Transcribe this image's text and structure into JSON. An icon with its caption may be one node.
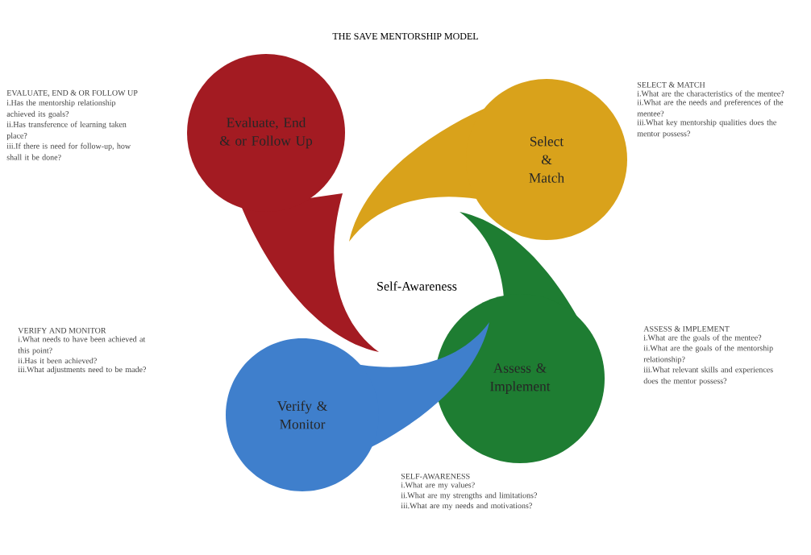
{
  "diagram": {
    "title": "THE SAVE MENTORSHIP MODEL",
    "nodes": [
      {
        "text": [
          "Evaluate, End & or Follow Up"
        ]
      },
      {
        "text": [
          "Select & Match"
        ]
      },
      {
        "text": [
          "Assess & Implement"
        ]
      },
      {
        "text": [
          "Verify & Monitor"
        ]
      }
    ],
    "labels": [
      "EVALUATE, END & OR FOLLOW UP",
      "i.Has the mentorship relationship achieved its goals?",
      "ii.Has transference of learning taken place?",
      "iii.If there is need for follow-up, how shall it be done?",
      "SELECT & MATCH",
      "i.What are the characteristics of the mentee?",
      "ii.What are the needs and preferences of the mentee?",
      "iii.What key mentorship qualities does the mentor possess?",
      "Self-Awareness",
      "VERIFY AND MONITOR",
      "i.What needs to have been achieved at this point?",
      "ii.Has it been achieved?",
      "iii.What adjustments need to be made?",
      "ASSESS & IMPLEMENT",
      "i.What are the goals of the mentee?",
      "ii.What are the goals of the mentorship relationship?",
      "iii.What relevant skills and experiences does the mentor possess?",
      "SELF-AWARENESS",
      "i.What are my values?",
      "ii.What are my strengths and limitations?",
      "iii.What are my needs and motivations?"
    ]
  }
}
